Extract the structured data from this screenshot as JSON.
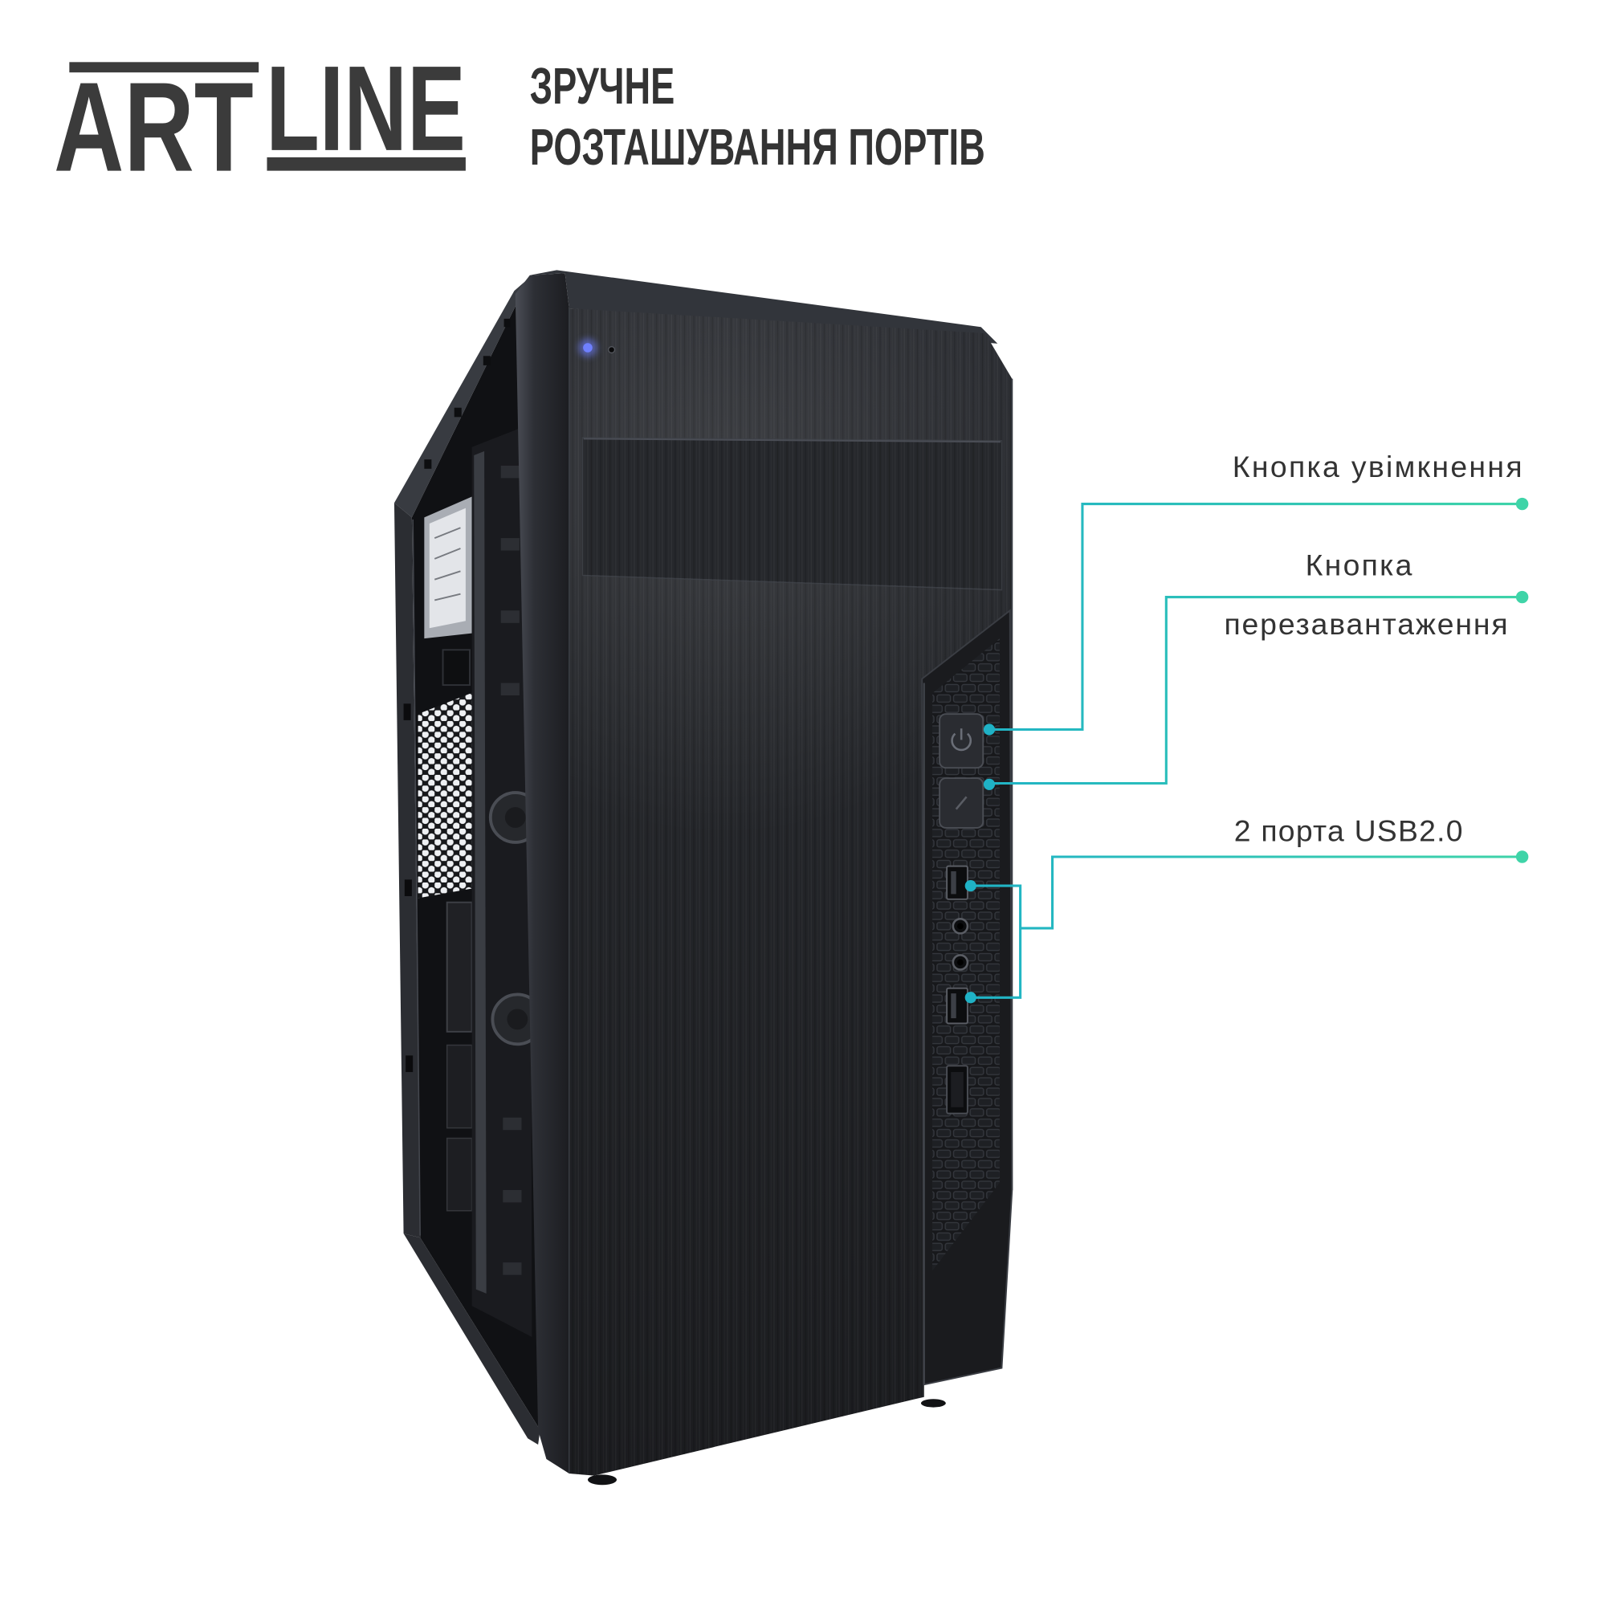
{
  "logo": {
    "part_1": "ART",
    "part_2": "LINE"
  },
  "heading": {
    "line_1": "ЗРУЧНЕ",
    "line_2": "РОЗТАШУВАННЯ ПОРТІВ"
  },
  "callouts": {
    "power_button": {
      "label": "Кнопка увімкнення"
    },
    "reset_button": {
      "label_line_1": "Кнопка",
      "label_line_2": "перезавантаження"
    },
    "usb_ports": {
      "label": "2 порта USB2.0"
    }
  },
  "icons": {
    "power_button": "power-icon",
    "reset_button": "reset-icon",
    "usb_port": "usb-port-icon",
    "audio_jack": "audio-jack-icon",
    "status_led": "power-led-icon"
  },
  "colors": {
    "logo": "#3b3b3b",
    "heading_text": "#333333",
    "label_text": "#333333",
    "accent_start": "#1fb2c6",
    "accent_end": "#3fd4a8",
    "power_led": "#6f80ff"
  }
}
